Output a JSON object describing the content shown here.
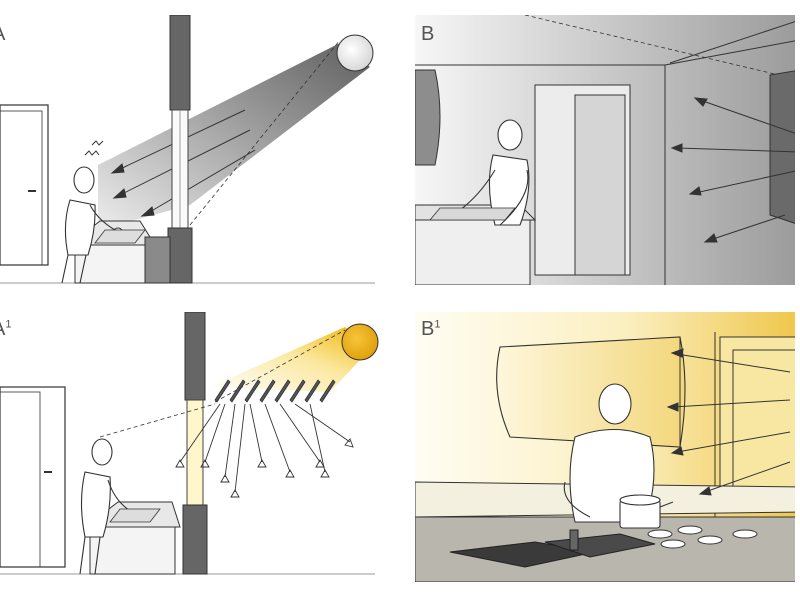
{
  "panels": {
    "a": {
      "label": "A",
      "sup": ""
    },
    "b": {
      "label": "B",
      "sup": ""
    },
    "a1": {
      "label": "A",
      "sup": "1"
    },
    "b1": {
      "label": "B",
      "sup": "1"
    }
  },
  "colors": {
    "line": "#333333",
    "wall_gray": "#9a9a9a",
    "beam_gray": "#6e6e6e",
    "sun_gray": "#e6e6e6",
    "sun_yellow": "#e8b21e",
    "glow_yellow": "#f7e08a",
    "pale_yellow": "#fdf6d4",
    "column": "#6a6a6a"
  },
  "icons": {
    "sun": "sun-icon",
    "figure": "person-figure",
    "door": "door",
    "louvre": "light-shelf-louvres"
  }
}
